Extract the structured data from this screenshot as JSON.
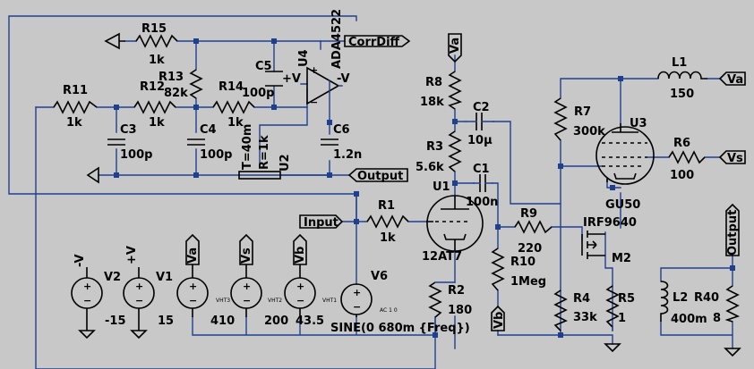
{
  "components": {
    "R15": {
      "ref": "R15",
      "value": "1k"
    },
    "R13": {
      "ref": "R13",
      "value": "82k"
    },
    "R12": {
      "ref": "R12",
      "value": "1k"
    },
    "R14": {
      "ref": "R14",
      "value": "1k"
    },
    "R11": {
      "ref": "R11",
      "value": "1k"
    },
    "C5": {
      "ref": "C5",
      "value": "100p"
    },
    "C3": {
      "ref": "C3",
      "value": "100p"
    },
    "C4": {
      "ref": "C4",
      "value": "100p"
    },
    "C6": {
      "ref": "C6",
      "value": "1.2n"
    },
    "U4": {
      "ref": "U4",
      "value": "ADA4522",
      "plus": "+V",
      "minus": "-V"
    },
    "U2": {
      "ref": "U2",
      "param1": "T=40m",
      "param2": "R=1k"
    },
    "R8": {
      "ref": "R8",
      "value": "18k"
    },
    "C2": {
      "ref": "C2",
      "value": "10µ"
    },
    "R3": {
      "ref": "R3",
      "value": "5.6k"
    },
    "C1": {
      "ref": "C1",
      "value": "100n"
    },
    "U1": {
      "ref": "U1",
      "value": "12AT7"
    },
    "R1": {
      "ref": "R1",
      "value": "1k"
    },
    "R9": {
      "ref": "R9",
      "value": "220"
    },
    "R10": {
      "ref": "R10",
      "value": "1Meg"
    },
    "R2": {
      "ref": "R2",
      "value": "180"
    },
    "L1": {
      "ref": "L1",
      "value": "150"
    },
    "R7": {
      "ref": "R7",
      "value": "300k"
    },
    "U3": {
      "ref": "U3",
      "value": "GU50"
    },
    "R6": {
      "ref": "R6",
      "value": "100"
    },
    "M2": {
      "ref": "M2",
      "value": "IRF9640"
    },
    "R4": {
      "ref": "R4",
      "value": "33k"
    },
    "R5": {
      "ref": "R5",
      "value": "1"
    },
    "L2": {
      "ref": "L2",
      "value": "400m"
    },
    "R40": {
      "ref": "R40",
      "value": "8"
    },
    "V2": {
      "ref": "V2",
      "value": "-15",
      "net": "-V"
    },
    "V1": {
      "ref": "V1",
      "value": "15",
      "net": "+V"
    },
    "VHT3": {
      "value": "410",
      "net": "Va",
      "tag": "VHT3"
    },
    "VHT2": {
      "value": "200",
      "net": "Vs",
      "tag": "VHT2"
    },
    "VHT1": {
      "value": "43.5",
      "net": "Vb",
      "tag": "VHT1"
    },
    "V6": {
      "ref": "V6",
      "value": "SINE(0 680m {Freq})",
      "tag": "AC 1 0"
    }
  },
  "flags": {
    "corrdiff": "CorrDiff",
    "output": "Output",
    "input": "Input",
    "va": "Va",
    "vs": "Vs",
    "vb": "Vb"
  },
  "colors": {
    "background": "#c8c8c8",
    "wire": "#1f3f8f",
    "component": "#000000"
  }
}
